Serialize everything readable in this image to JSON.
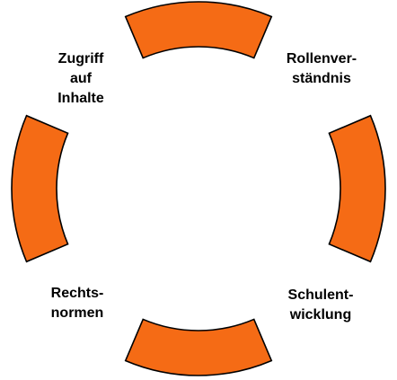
{
  "diagram": {
    "segment_color": "#f56b15",
    "outline_color": "#000000",
    "labels": {
      "top_left": [
        "Zugriff",
        "auf",
        "Inhalte"
      ],
      "top_right": [
        "Rollenver-",
        "ständnis"
      ],
      "bottom_left": [
        "Rechts-",
        "normen"
      ],
      "bottom_right": [
        "Schulent-",
        "wicklung"
      ]
    }
  }
}
